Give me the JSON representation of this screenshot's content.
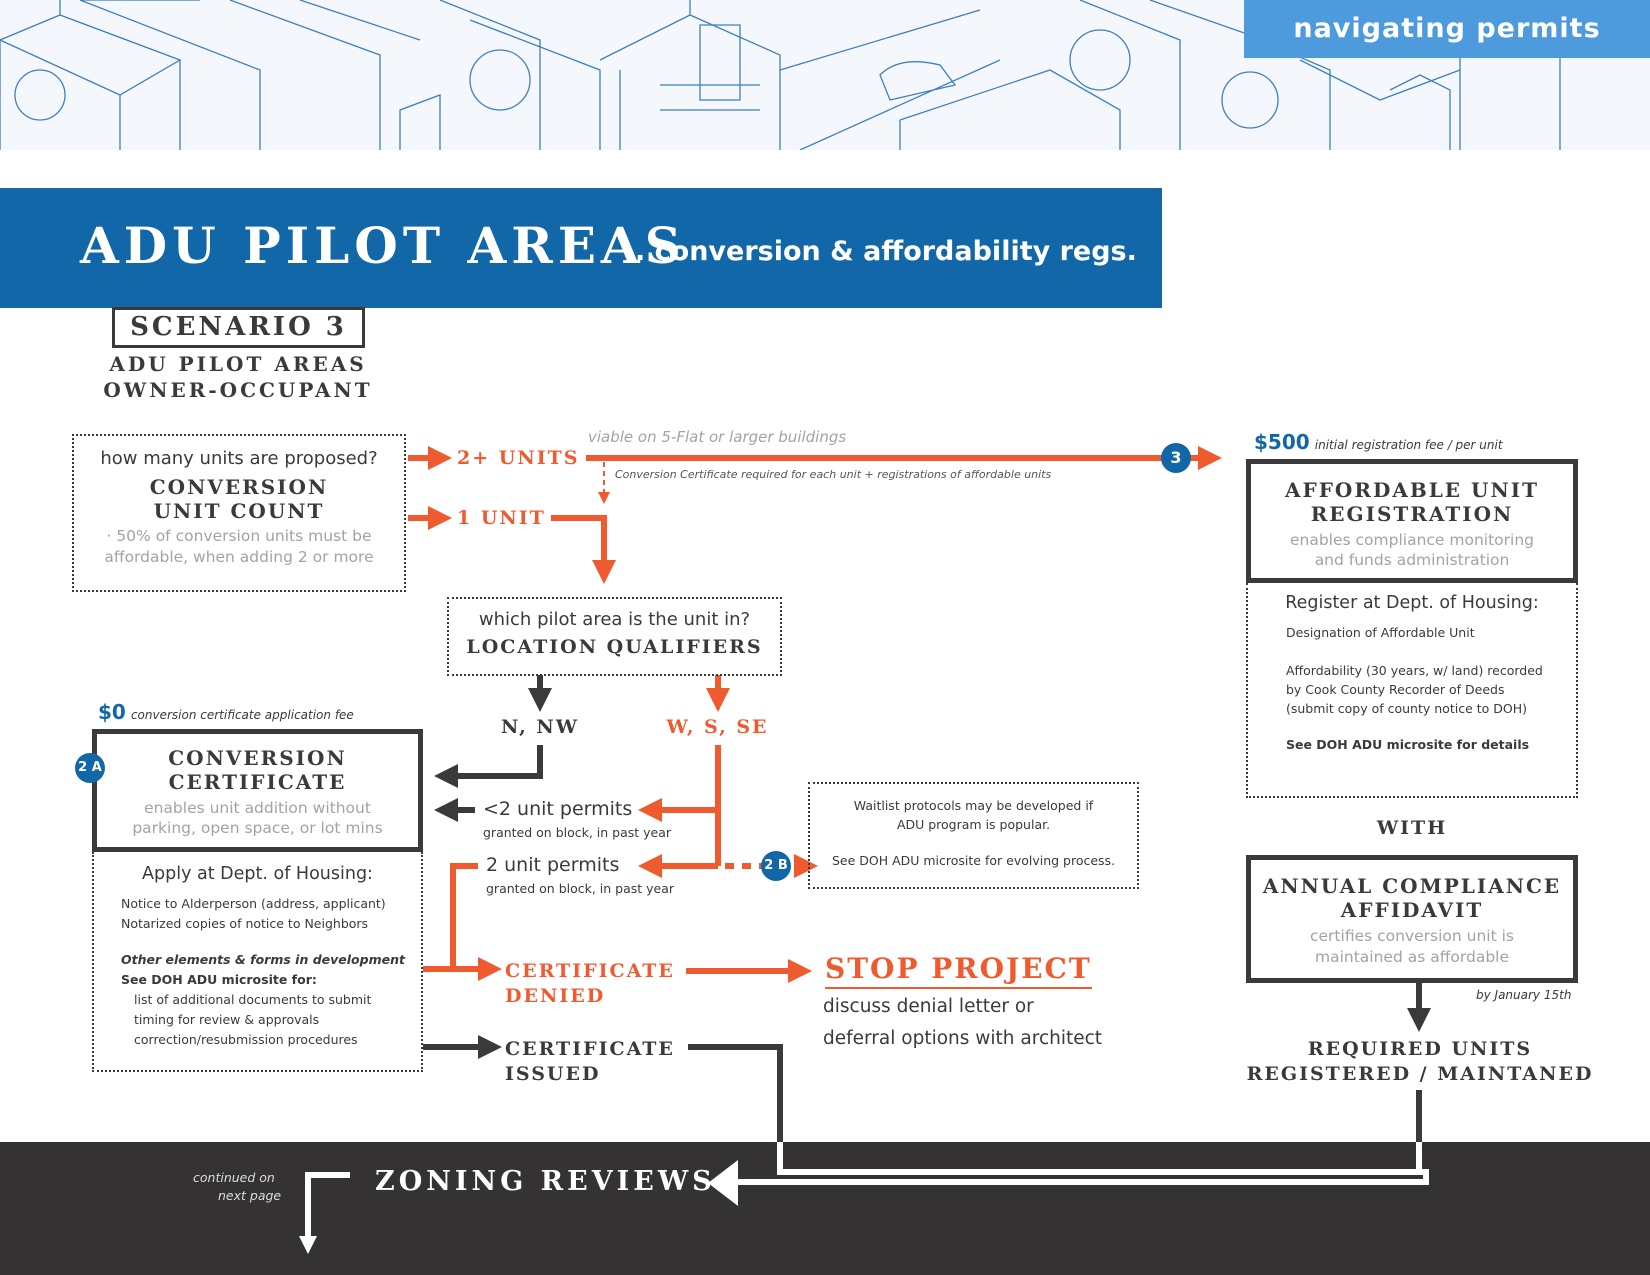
{
  "header": {
    "tab": "navigating permits"
  },
  "title": {
    "main": "ADU PILOT AREAS",
    "sub": ". conversion & affordability regs."
  },
  "scenario": {
    "label": "SCENARIO 3",
    "line1": "ADU PILOT AREAS",
    "line2": "OWNER-OCCUPANT"
  },
  "unit_count": {
    "question": "how many units are proposed?",
    "title1": "CONVERSION",
    "title2": "UNIT COUNT",
    "note1": "· 50% of conversion units must be",
    "note2": "affordable, when adding 2 or more"
  },
  "branches": {
    "two_plus": "2+ UNITS",
    "one": "1 UNIT",
    "viable": "viable on 5-Flat or larger buildings",
    "cert_note": "Conversion Certificate required for each unit + registrations of affordable units"
  },
  "location": {
    "question": "which pilot area is the unit in?",
    "title": "LOCATION QUALIFIERS",
    "north": "N, NW",
    "south": "W, S, SE"
  },
  "conversion_cert": {
    "fee_amount": "$0",
    "fee_note": "conversion certificate application fee",
    "badge": "2 A",
    "title1": "CONVERSION",
    "title2": "CERTIFICATE",
    "desc1": "enables unit addition without",
    "desc2": "parking, open space, or lot mins",
    "apply": "Apply at Dept. of Housing:",
    "item1": "Notice to Alderperson (address, applicant)",
    "item2": "Notarized copies of notice to Neighbors",
    "other": "Other elements & forms in development",
    "see": "See DOH ADU microsite for:",
    "sub1": "list of additional documents to submit",
    "sub2": "timing for review & approvals",
    "sub3": "correction/resubmission procedures"
  },
  "permits": {
    "lt2": "<2 unit permits",
    "lt2_sub": "granted on block, in past year",
    "eq2": "2 unit permits",
    "eq2_sub": "granted on block, in past year"
  },
  "waitlist": {
    "badge": "2 B",
    "line1": "Waitlist protocols may be developed if",
    "line2": "ADU program is popular.",
    "line3": "See DOH ADU microsite for evolving process."
  },
  "outcomes": {
    "denied1": "CERTIFICATE",
    "denied2": "DENIED",
    "stop": "STOP PROJECT",
    "stop_note1": "discuss denial letter or",
    "stop_note2": "deferral options with architect",
    "issued1": "CERTIFICATE",
    "issued2": "ISSUED"
  },
  "registration": {
    "fee_amount": "$500",
    "fee_note": "initial registration fee / per unit",
    "badge": "3",
    "title1": "AFFORDABLE UNIT",
    "title2": "REGISTRATION",
    "desc1": "enables compliance monitoring",
    "desc2": "and funds administration",
    "register": "Register at Dept. of Housing:",
    "item1": "Designation of Affordable Unit",
    "item2a": "Affordability (30 years, w/ land) recorded",
    "item2b": "by Cook County Recorder of Deeds",
    "item2c": "(submit copy of county notice to DOH)",
    "see": "See DOH ADU microsite for details"
  },
  "compliance": {
    "with": "WITH",
    "title1": "ANNUAL COMPLIANCE",
    "title2": "AFFIDAVIT",
    "desc1": "certifies conversion unit is",
    "desc2": "maintained as affordable",
    "deadline": "by January 15th",
    "result1": "REQUIRED UNITS",
    "result2": "REGISTERED / MAINTANED"
  },
  "footer": {
    "continued1": "continued on",
    "continued2": "next page",
    "zoning": "ZONING REVIEWS"
  },
  "colors": {
    "blue": "#1267a8",
    "orange": "#ef5a2f",
    "dark": "#3a3a3a",
    "gray": "#a3a3a3",
    "footer": "#343232",
    "tab": "#4d9bdc"
  }
}
